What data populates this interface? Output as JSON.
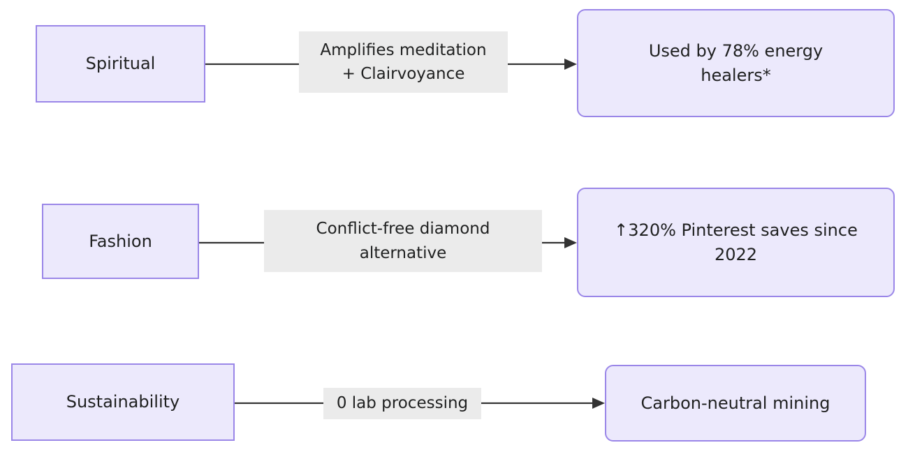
{
  "diagram": {
    "type": "flowchart-left-to-right",
    "background_color": "#ffffff",
    "node_fill_color": "#ece9fc",
    "node_border_color": "#9a86e8",
    "edge_color": "#333333",
    "edge_label_background": "#ebebeb",
    "text_color": "#1f2020"
  },
  "nodes": {
    "spiritual": {
      "label": "Spiritual"
    },
    "energy_healers": {
      "label": "Used by 78% energy\nhealers*"
    },
    "fashion": {
      "label": "Fashion"
    },
    "pinterest": {
      "label": "↑320% Pinterest saves since\n2022"
    },
    "sustainability": {
      "label": "Sustainability"
    },
    "carbon_neutral": {
      "label": "Carbon-neutral mining"
    }
  },
  "edges": [
    {
      "from": "spiritual",
      "to": "energy_healers",
      "label": "Amplifies meditation\n+ Clairvoyance"
    },
    {
      "from": "fashion",
      "to": "pinterest",
      "label": "Conflict-free diamond\nalternative"
    },
    {
      "from": "sustainability",
      "to": "carbon_neutral",
      "label": "0 lab processing"
    }
  ]
}
